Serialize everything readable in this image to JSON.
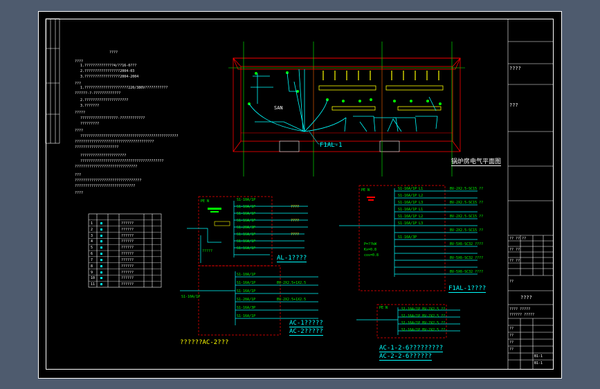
{
  "colors": {
    "background": "#4e5b6e",
    "paper": "#000000",
    "frame": "#ffffff",
    "wall": "#ff0000",
    "axis": "#00ff00",
    "wire": "#00ffff",
    "label": "#ffff00"
  },
  "plan": {
    "room_label": "SAN",
    "panel_tag": "F1AL-1",
    "title": "锅炉房电气平面图"
  },
  "panels": {
    "ac1_title": "AL-1????",
    "ac2_title": "??????AC-2???",
    "ac1_bottom": "AC-1?????",
    "ac2_bottom": "AC-2?????",
    "f1al_title": "F1AL-1????",
    "small_a": "AC-1-2-6?????????",
    "small_b": "AC-2-2-6??????"
  },
  "legend": {
    "rows": [
      "1",
      "2",
      "3",
      "4",
      "5",
      "6",
      "7",
      "8",
      "9",
      "10",
      "11"
    ]
  },
  "title_block": {
    "cells": [
      "B1-1",
      "B1-1"
    ]
  }
}
